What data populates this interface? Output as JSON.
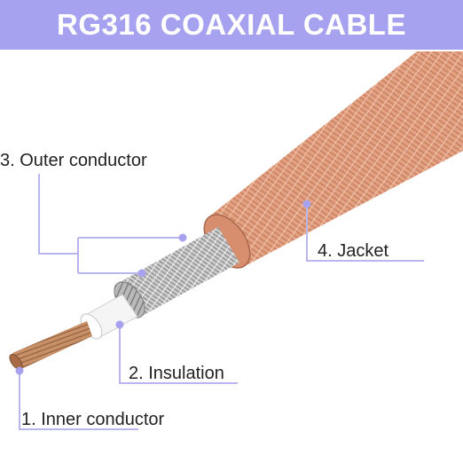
{
  "title": "RG316 COAXIAL CABLE",
  "labels": {
    "outer_conductor": "3. Outer conductor",
    "jacket": "4. Jacket",
    "insulation": "2. Insulation",
    "inner_conductor": "1. Inner conductor"
  },
  "colors": {
    "banner": "#a7a2f0",
    "leader_line": "#b9b6ee",
    "jacket": "#e6a98a",
    "braid": "#c9c9c9",
    "insulation": "#f4f4f4",
    "inner_conductor": "#c08458"
  }
}
